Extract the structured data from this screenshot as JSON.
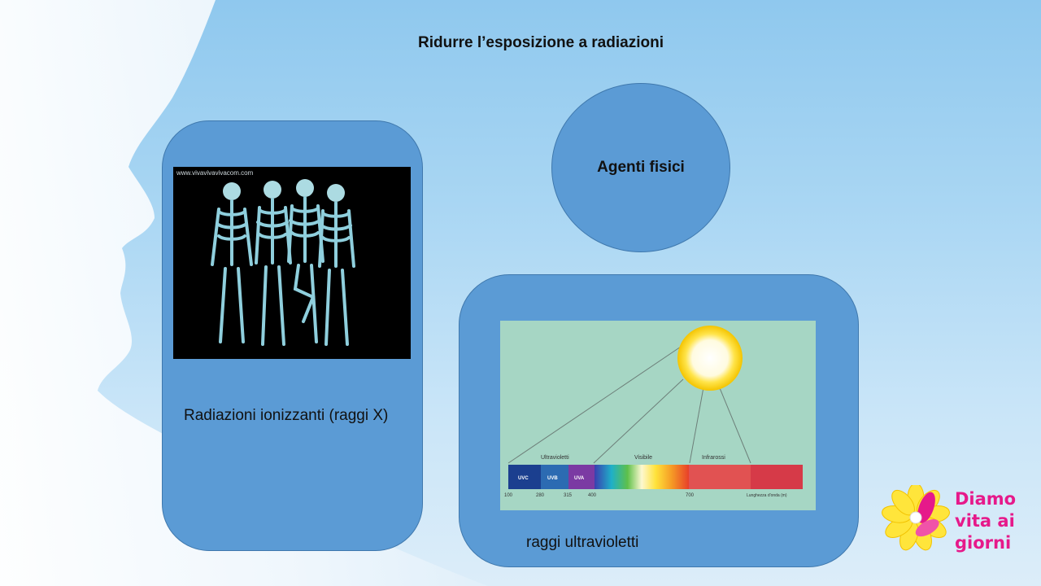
{
  "slide": {
    "title": "Ridurre l’esposizione a radiazioni",
    "center_node": "Agenti fisici",
    "left_card": {
      "label": "Radiazioni ionizzanti (raggi X)",
      "image_watermark": "www.vivavivavivacom.com"
    },
    "right_card": {
      "label": "raggi ultravioletti",
      "spectrum": {
        "group_labels": [
          "Ultravioletti",
          "Visibile",
          "Infrarossi"
        ],
        "bands": [
          "UVC",
          "UVB",
          "UVA"
        ],
        "ticks": [
          "100",
          "280",
          "315",
          "400",
          "700"
        ],
        "axis_label": "Lunghezza d'onda (m)"
      }
    }
  },
  "logo": {
    "lines": [
      "Diamo",
      "vita ai",
      "giorni"
    ],
    "text_color": "#e6198a"
  },
  "colors": {
    "card_fill": "#5b9bd5",
    "card_border": "#3f78ad"
  }
}
